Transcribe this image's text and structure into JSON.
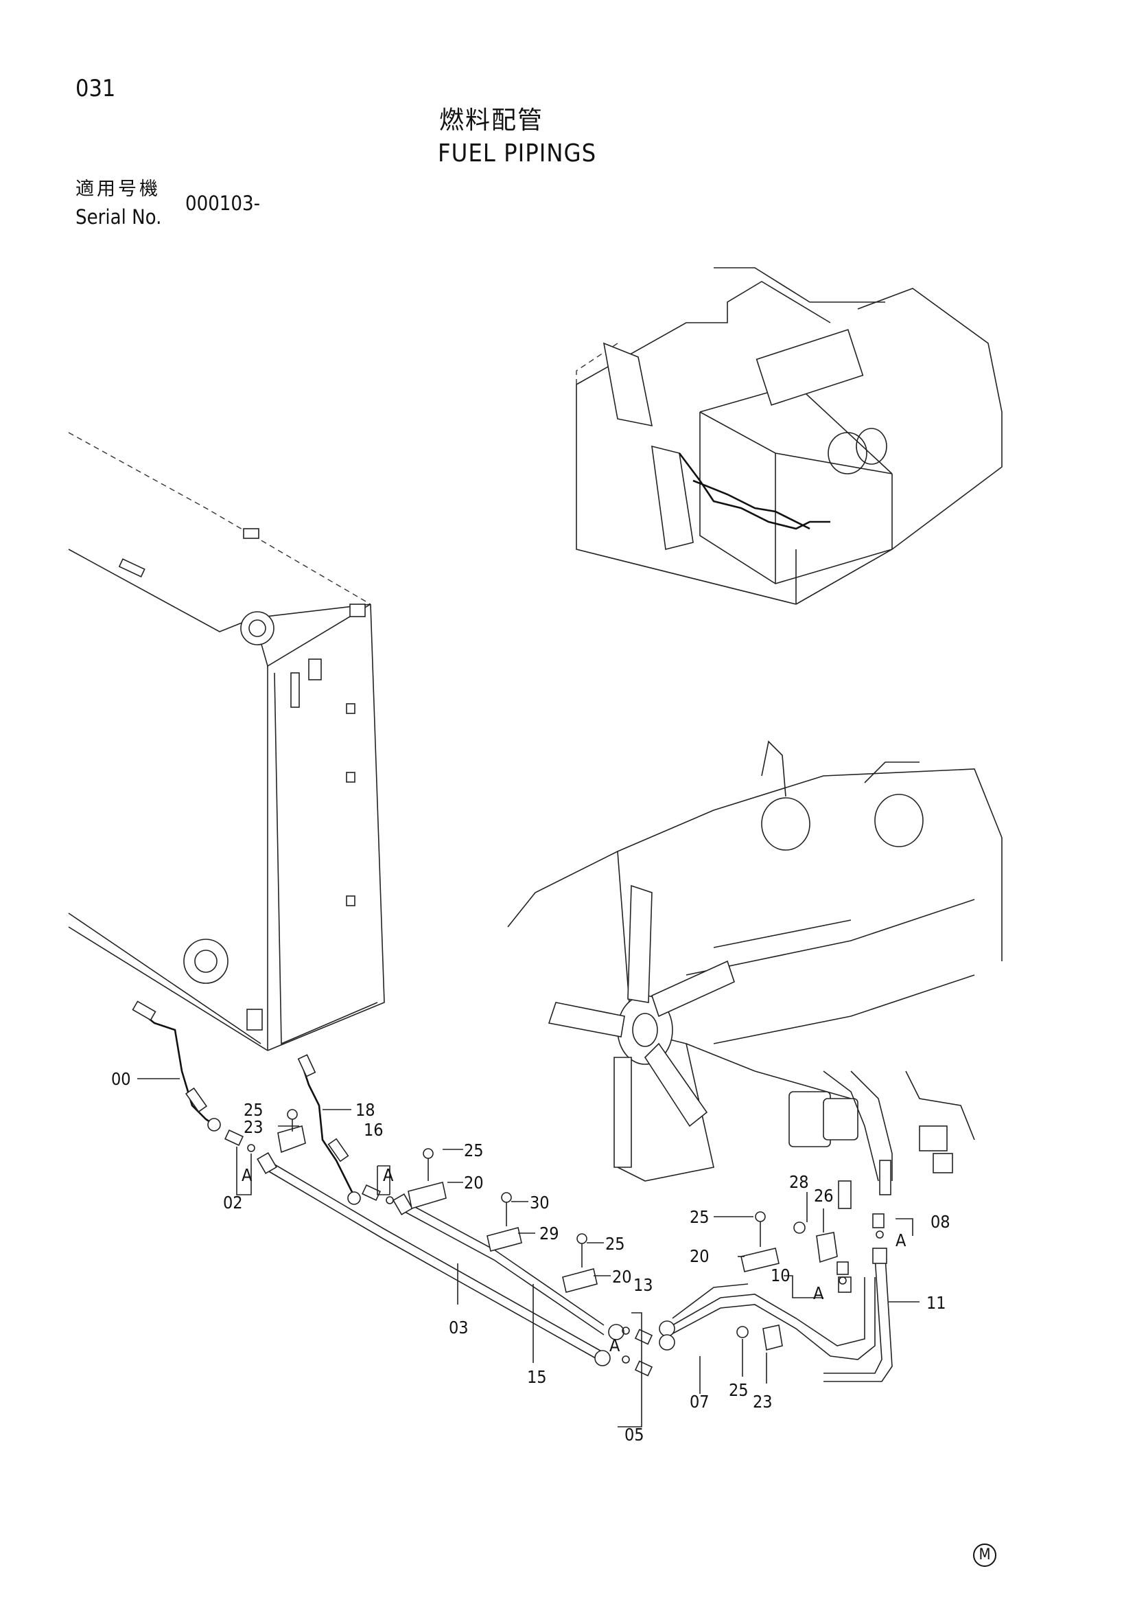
{
  "page_number": "031",
  "title_jp": "燃料配管",
  "title_en": "FUEL PIPINGS",
  "serial": {
    "label_jp": "適用号機",
    "label_en": "Serial No.",
    "value": "000103-"
  },
  "callouts": {
    "c00": "00",
    "c02": "02",
    "c03": "03",
    "c05": "05",
    "c07": "07",
    "c08": "08",
    "c10": "10",
    "c11": "11",
    "c13": "13",
    "c15": "15",
    "c16": "16",
    "c18": "18",
    "c20a": "20",
    "c20b": "20",
    "c20c": "20",
    "c23a": "23",
    "c23b": "23",
    "c25a": "25",
    "c25b": "25",
    "c25c": "25",
    "c25d": "25",
    "c25e": "25",
    "c26": "26",
    "c28": "28",
    "c29": "29",
    "c30": "30",
    "a1": "A",
    "a2": "A",
    "a3": "A",
    "a4": "A",
    "a5": "A"
  },
  "mark": "M"
}
